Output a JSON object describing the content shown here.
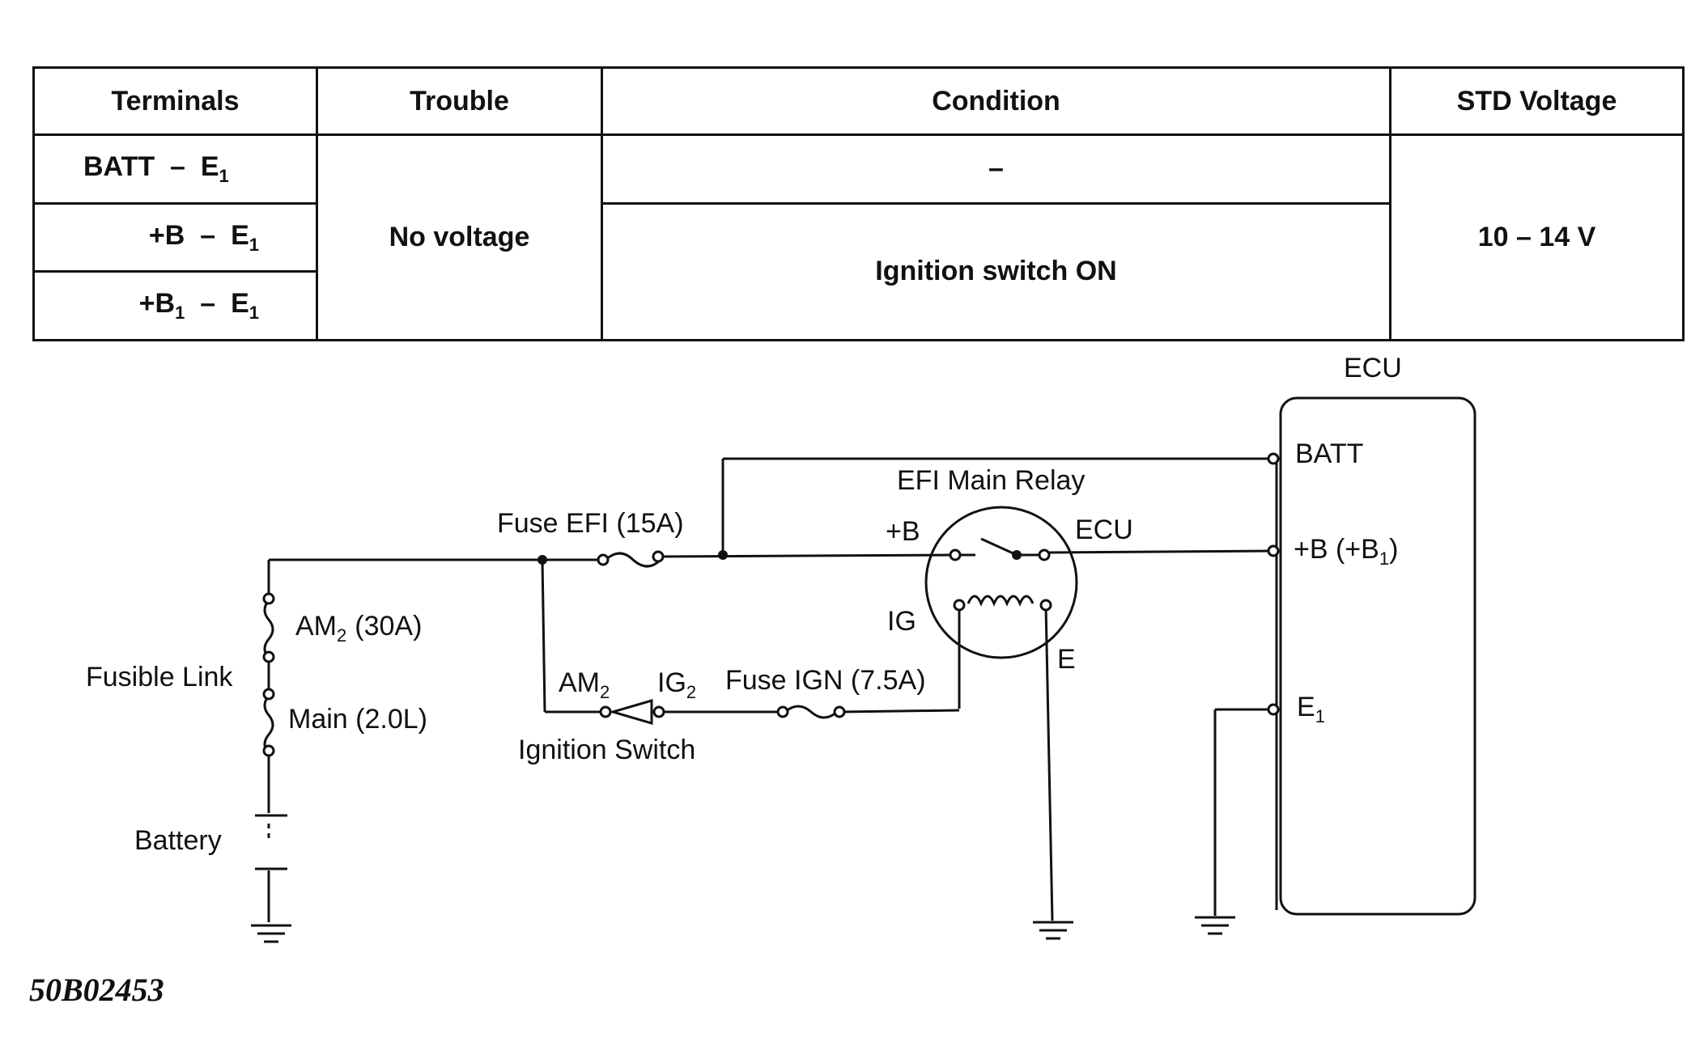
{
  "table": {
    "headers": [
      "Terminals",
      "Trouble",
      "Condition",
      "STD Voltage"
    ],
    "rows": [
      {
        "terminal_main": "BATT",
        "terminal_sep": "–",
        "terminal_ref": "E",
        "terminal_ref_sub": "1",
        "terminal_main_sub": ""
      },
      {
        "terminal_main": "+B",
        "terminal_sep": "–",
        "terminal_ref": "E",
        "terminal_ref_sub": "1",
        "terminal_main_sub": ""
      },
      {
        "terminal_main": "+B",
        "terminal_sep": "–",
        "terminal_ref": "E",
        "terminal_ref_sub": "1",
        "terminal_main_sub": "1"
      }
    ],
    "trouble": "No voltage",
    "condition_row1": "–",
    "condition_row23": "Ignition switch ON",
    "std_voltage": "10 – 14 V"
  },
  "diagram": {
    "ecu_title": "ECU",
    "ecu_batt": "BATT",
    "ecu_b": "+B (+B",
    "ecu_b_sub": "1",
    "ecu_b_close": ")",
    "ecu_e": "E",
    "ecu_e_sub": "1",
    "relay_title": "EFI Main Relay",
    "relay_b": "+B",
    "relay_ecu": "ECU",
    "relay_ig": "IG",
    "relay_e": "E",
    "fuse_efi": "Fuse EFI (15A)",
    "fuse_ign": "Fuse IGN (7.5A)",
    "am2_link": "AM",
    "am2_link_sub": "2",
    "am2_link_rating": "(30A)",
    "fusible_link": "Fusible Link",
    "main_link": "Main (2.0L)",
    "battery": "Battery",
    "sw_am2": "AM",
    "sw_am2_sub": "2",
    "sw_ig2": "IG",
    "sw_ig2_sub": "2",
    "ignition_switch": "Ignition Switch"
  },
  "figure_id": "50B02453"
}
